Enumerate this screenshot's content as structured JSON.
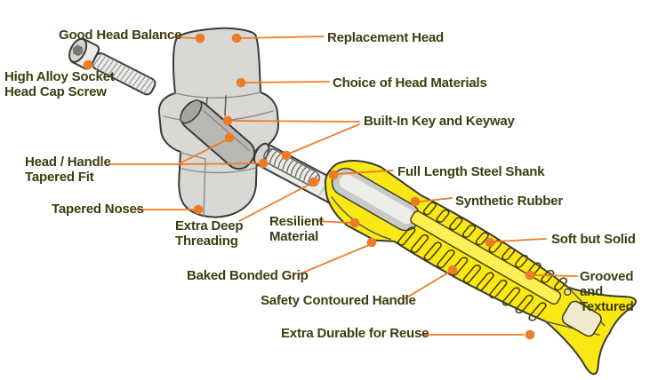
{
  "colors": {
    "background": "#ffffff",
    "label_text": "#3e3d10",
    "leader": "#ee7c26",
    "dot": "#ee7c26",
    "head_gray": "#d9d8d5",
    "head_inner_gray": "#b9b7b3",
    "metal_light": "#ecebe8",
    "metal_face": "#d6d4d0",
    "handle_yellow": "#f9e814",
    "handle_spine": "#fdf054",
    "butt_inset": "#f0e9cd"
  },
  "callouts": [
    {
      "id": "good-head-balance",
      "label": "Good Head Balance"
    },
    {
      "id": "replacement-head",
      "label": "Replacement Head"
    },
    {
      "id": "high-alloy-socket-head-cap-screw",
      "label": "High Alloy Socket\nHead Cap Screw"
    },
    {
      "id": "choice-of-head-materials",
      "label": "Choice of Head Materials"
    },
    {
      "id": "built-in-key-and-keyway",
      "label": "Built-In Key and Keyway"
    },
    {
      "id": "head-handle-tapered-fit",
      "label": "Head / Handle\nTapered Fit"
    },
    {
      "id": "full-length-steel-shank",
      "label": "Full Length Steel Shank"
    },
    {
      "id": "tapered-noses",
      "label": "Tapered Noses"
    },
    {
      "id": "synthetic-rubber",
      "label": "Synthetic Rubber"
    },
    {
      "id": "extra-deep-threading",
      "label": "Extra Deep\nThreading"
    },
    {
      "id": "resilient-material",
      "label": "Resilient\nMaterial"
    },
    {
      "id": "soft-but-solid",
      "label": "Soft but Solid"
    },
    {
      "id": "baked-bonded-grip",
      "label": "Baked Bonded Grip"
    },
    {
      "id": "grooved-and-textured",
      "label": "Grooved and\nTextured"
    },
    {
      "id": "safety-contoured-handle",
      "label": "Safety Contoured Handle"
    },
    {
      "id": "extra-durable-for-reuse",
      "label": "Extra Durable for Reuse"
    }
  ]
}
